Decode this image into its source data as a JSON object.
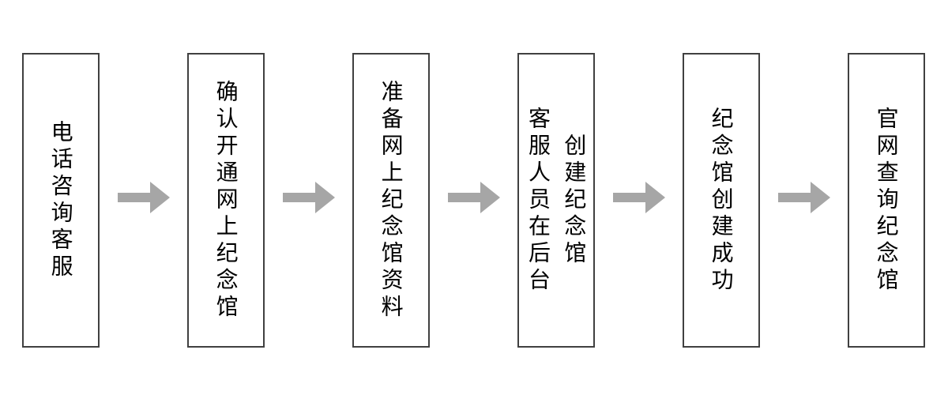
{
  "flowchart": {
    "title": "memorial-hall-creation-process",
    "boxes": [
      {
        "lines": [
          "电话咨询客服"
        ]
      },
      {
        "lines": [
          "确认开通网上纪念馆"
        ]
      },
      {
        "lines": [
          "准备网上纪念馆资料"
        ]
      },
      {
        "lines": [
          "客服人员在后台",
          "创建纪念馆"
        ]
      },
      {
        "lines": [
          "纪念馆创建成功"
        ]
      },
      {
        "lines": [
          "官网查询纪念馆"
        ]
      }
    ],
    "connector": "right-arrow"
  },
  "colors": {
    "background": "#ffffff",
    "box-border": "#404040",
    "arrow": "#a6a6a6",
    "text": "#000000"
  }
}
